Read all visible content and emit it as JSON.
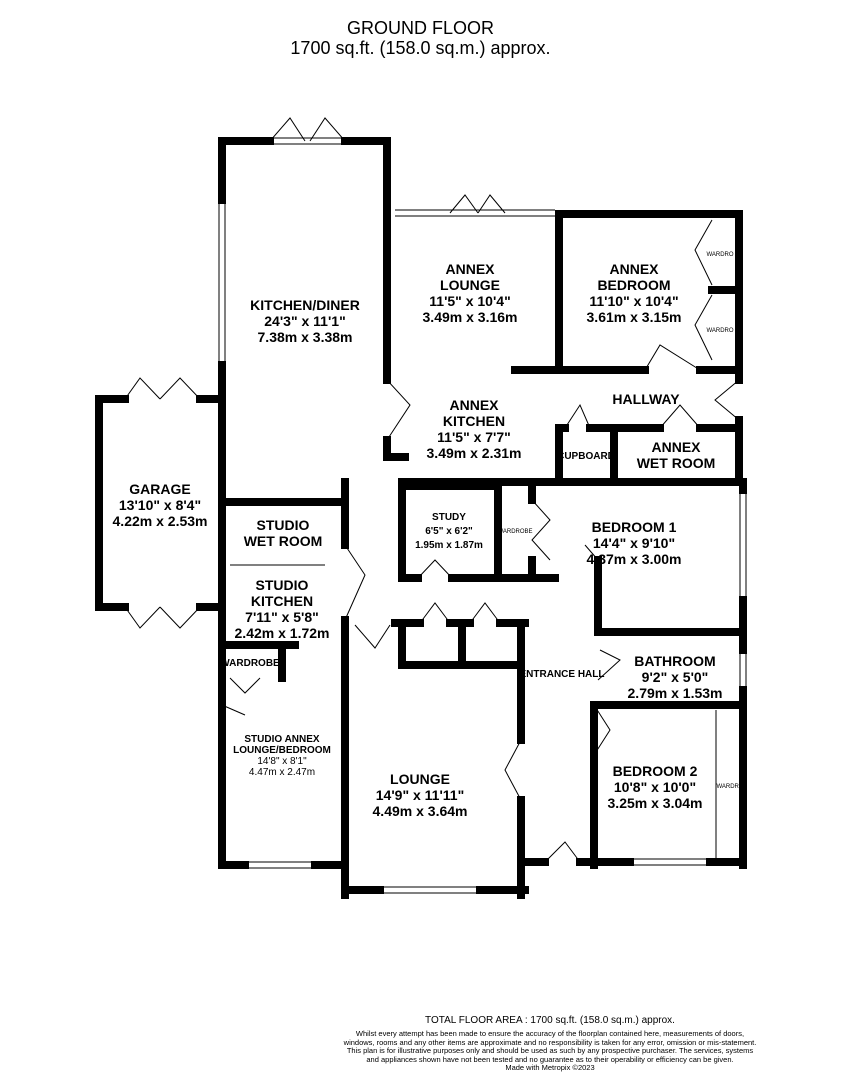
{
  "header": {
    "floor": "GROUND FLOOR",
    "area": "1700 sq.ft. (158.0 sq.m.) approx."
  },
  "rooms": {
    "kitchen_diner": {
      "name": "KITCHEN/DINER",
      "imperial": "24'3\"  x 11'1\"",
      "metric": "7.38m  x 3.38m"
    },
    "annex_lounge": {
      "name1": "ANNEX",
      "name2": "LOUNGE",
      "imperial": "11'5\"  x 10'4\"",
      "metric": "3.49m  x 3.16m"
    },
    "annex_bedroom": {
      "name1": "ANNEX",
      "name2": "BEDROOM",
      "imperial": "11'10\"  x 10'4\"",
      "metric": "3.61m  x 3.15m"
    },
    "annex_kitchen": {
      "name1": "ANNEX",
      "name2": "KITCHEN",
      "imperial": "11'5\"  x 7'7\"",
      "metric": "3.49m  x 2.31m"
    },
    "hallway": {
      "name": "HALLWAY"
    },
    "cupboard": {
      "name": "CUPBOARD"
    },
    "annex_wet_room": {
      "name1": "ANNEX",
      "name2": "WET ROOM"
    },
    "garage": {
      "name": "GARAGE",
      "imperial": "13'10\"  x 8'4\"",
      "metric": "4.22m  x 2.53m"
    },
    "studio_wet_room": {
      "name1": "STUDIO",
      "name2": "WET ROOM"
    },
    "study": {
      "name": "STUDY",
      "imperial": "6'5\"  x 6'2\"",
      "metric": "1.95m  x 1.87m"
    },
    "bedroom1": {
      "name": "BEDROOM 1",
      "imperial": "14'4\"  x 9'10\"",
      "metric": "4.37m  x 3.00m"
    },
    "studio_kitchen": {
      "name1": "STUDIO",
      "name2": "KITCHEN",
      "imperial": "7'11\"  x 5'8\"",
      "metric": "2.42m  x 1.72m"
    },
    "wardrobe": {
      "name": "WARDROBE"
    },
    "entrance_hall": {
      "name": "ENTRANCE HALL"
    },
    "bathroom": {
      "name": "BATHROOM",
      "imperial": "9'2\"  x 5'0\"",
      "metric": "2.79m  x 1.53m"
    },
    "studio_annex": {
      "name1": "STUDIO ANNEX",
      "name2": "LOUNGE/BEDROOM",
      "imperial": "14'8\"  x 8'1\"",
      "metric": "4.47m  x 2.47m"
    },
    "lounge": {
      "name": "LOUNGE",
      "imperial": "14'9\"  x 11'11\"",
      "metric": "4.49m  x 3.64m"
    },
    "bedroom2": {
      "name": "BEDROOM 2",
      "imperial": "10'8\"  x 10'0\"",
      "metric": "3.25m  x 3.04m"
    },
    "wardrobe_small": "WARDROBE",
    "wardrobe_cut": "WARDRO"
  },
  "footer": {
    "total": "TOTAL FLOOR AREA : 1700 sq.ft. (158.0 sq.m.) approx.",
    "disclaimer": "Whilst every attempt has been made to ensure the accuracy of the floorplan contained here, measurements of doors, windows, rooms and any other items are approximate and no responsibility is taken for any error, omission or mis-statement. This plan is for illustrative purposes only and should be used as such by any prospective purchaser. The services, systems and appliances shown have not been tested and no guarantee as to their operability or efficiency can be given.",
    "credit": "Made with Metropix ©2023"
  }
}
